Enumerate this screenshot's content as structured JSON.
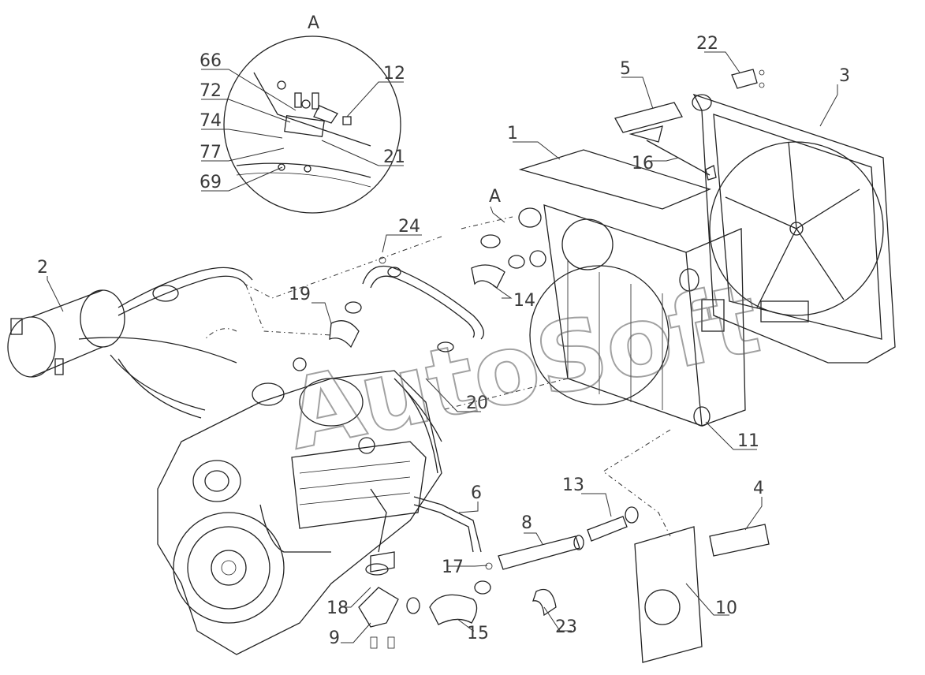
{
  "view_label": "A",
  "watermark": "AutoSoft",
  "callouts": {
    "c1": "1",
    "c2": "2",
    "c3": "3",
    "c4": "4",
    "c5": "5",
    "c6": "6",
    "c8": "8",
    "c9": "9",
    "c10": "10",
    "c11": "11",
    "c12": "12",
    "c13": "13",
    "c14": "14",
    "c15": "15",
    "c16": "16",
    "c17": "17",
    "c18": "18",
    "c19": "19",
    "c20": "20",
    "c21": "21",
    "c22": "22",
    "c23": "23",
    "c24": "24",
    "c66": "66",
    "c69": "69",
    "c72": "72",
    "c74": "74",
    "c77": "77",
    "cA": "A"
  }
}
